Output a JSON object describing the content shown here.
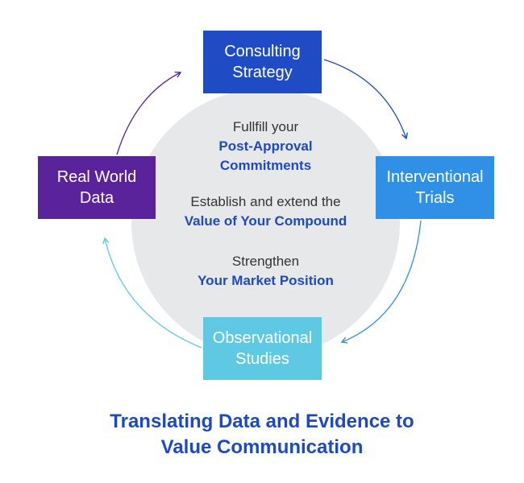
{
  "center": {
    "block1": {
      "line1": "Fullfill your",
      "line2": "Post-Approval",
      "line3": "Commitments"
    },
    "block2": {
      "line1": "Establish and extend the",
      "line2": "Value of Your Compound"
    },
    "block3": {
      "line1": "Strengthen",
      "line2": "Your Market Position"
    }
  },
  "nodes": {
    "top": {
      "line1": "Consulting",
      "line2": "Strategy",
      "color": "#1f4bc4"
    },
    "right": {
      "line1": "Interventional",
      "line2": "Trials",
      "color": "#2f90e6"
    },
    "bottom": {
      "line1": "Observational",
      "line2": "Studies",
      "color": "#5fc8e3"
    },
    "left": {
      "line1": "Real World",
      "line2": "Data",
      "color": "#5a239c"
    }
  },
  "caption": {
    "line1": "Translating Data and Evidence to",
    "line2": "Value Communication"
  },
  "colors": {
    "accent": "#1e49c4",
    "circle": "#e7e8ea"
  }
}
